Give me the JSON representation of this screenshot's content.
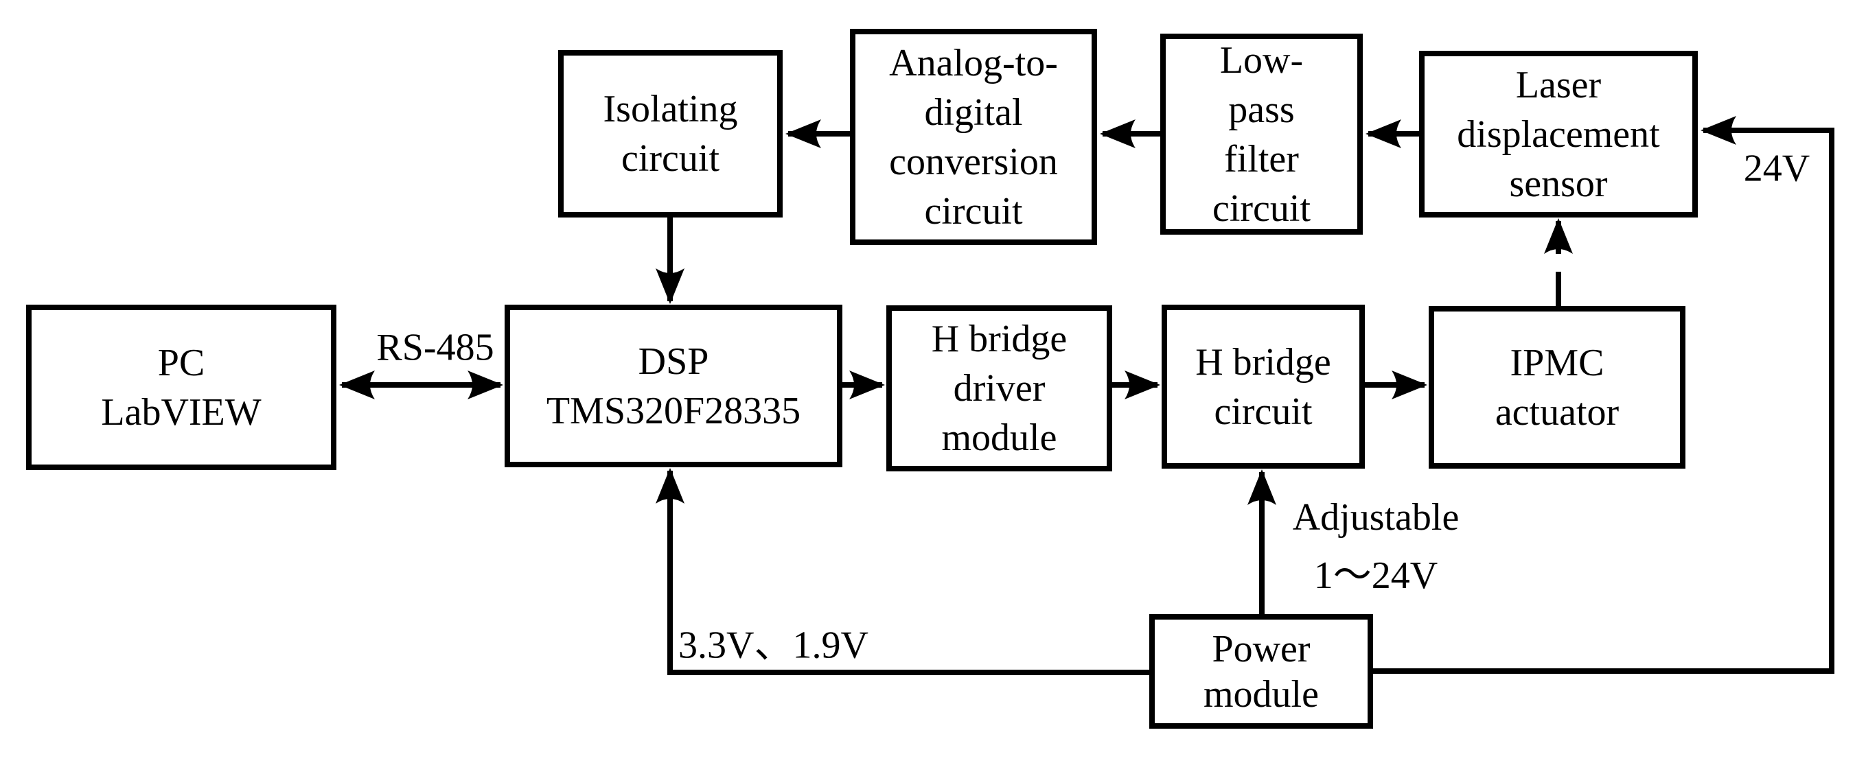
{
  "diagram": {
    "colors": {
      "background": "#ffffff",
      "line": "#000000"
    },
    "boxes": {
      "pc": {
        "lines": [
          "PC",
          "LabVIEW"
        ]
      },
      "dsp": {
        "lines": [
          "DSP",
          "TMS320F28335"
        ]
      },
      "h_bridge_driver": {
        "lines": [
          "H bridge",
          "driver",
          "module"
        ]
      },
      "h_bridge_circuit": {
        "lines": [
          "H bridge",
          "circuit"
        ]
      },
      "ipmc": {
        "lines": [
          "IPMC",
          "actuator"
        ]
      },
      "laser": {
        "lines": [
          "Laser",
          "displacement",
          "sensor"
        ]
      },
      "low_pass": {
        "lines": [
          "Low-",
          "pass",
          "filter",
          "circuit"
        ]
      },
      "adc": {
        "lines": [
          "Analog-to-",
          "digital",
          "conversion",
          "circuit"
        ]
      },
      "isolating": {
        "lines": [
          "Isolating",
          "circuit"
        ]
      },
      "power": {
        "lines": [
          "Power",
          "module"
        ]
      }
    },
    "labels": {
      "rs485": "RS-485",
      "supply_24v": "24V",
      "adjustable": {
        "lines": [
          "Adjustable",
          "1～24V"
        ]
      },
      "dsp_supply": "3.3V、1.9V"
    }
  }
}
